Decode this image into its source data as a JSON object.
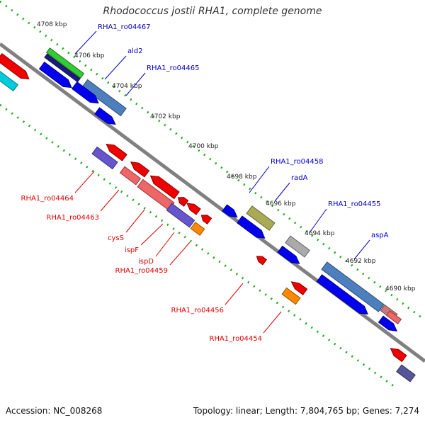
{
  "title": "Rhodococcus jostii RHA1, complete genome",
  "footer": {
    "accession": "Accession: NC_008268",
    "summary": "Topology: linear; Length: 7,804,765 bp; Genes: 7,274"
  },
  "colors": {
    "backbone": "#808080",
    "ticks": "#22aa22",
    "forward_label": "#0000cc",
    "reverse_label": "#dd0000"
  },
  "ticks": [
    "4708 kbp",
    "4706 kbp",
    "4704 kbp",
    "4702 kbp",
    "4700 kbp",
    "4698 kbp",
    "4696 kbp",
    "4694 kbp",
    "4692 kbp",
    "4690 kbp"
  ],
  "forward_labels": [
    "RHA1_ro04467",
    "ald2",
    "RHA1_ro04465",
    "RHA1_ro04458",
    "radA",
    "RHA1_ro04455",
    "aspA"
  ],
  "reverse_labels": [
    "RHA1_ro04464",
    "RHA1_ro04463",
    "cysS",
    "ispF",
    "ispD",
    "RHA1_ro04459",
    "RHA1_ro04456",
    "RHA1_ro04454"
  ]
}
